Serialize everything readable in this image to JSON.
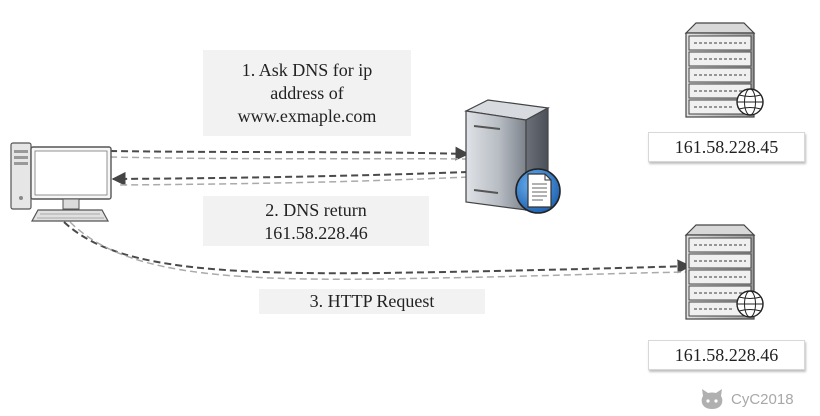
{
  "steps": {
    "ask_dns": [
      "1. Ask DNS for ip",
      "address of",
      "www.exmaple.com"
    ],
    "dns_return": [
      "2. DNS return",
      "161.58.228.46"
    ],
    "http_request": "3. HTTP Request"
  },
  "servers": {
    "top_ip": "161.58.228.45",
    "bottom_ip": "161.58.228.46"
  },
  "watermark": {
    "text": "CyC2018",
    "icon": "github-cat-icon"
  },
  "icons": {
    "client": "desktop-computer-icon",
    "dns_server": "dns-server-icon",
    "web_server": "web-server-icon",
    "globe": "globe-icon"
  },
  "colors": {
    "arrow": "#555555",
    "label_bg": "#f2f2f2",
    "server_body": "#8a8f96",
    "globe": "#2a77c9"
  }
}
